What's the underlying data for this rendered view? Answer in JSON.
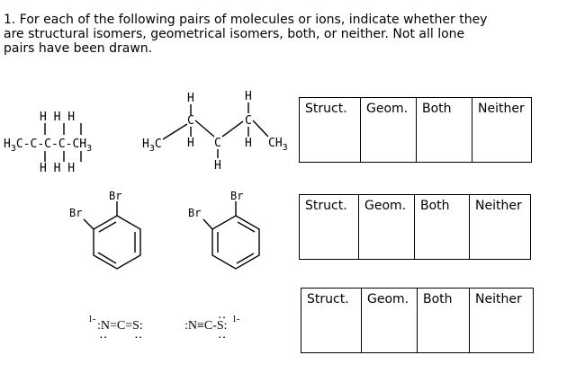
{
  "question": {
    "text": "1. For each of the following pairs of molecules or ions, indicate whether they\nare structural isomers, geometrical isomers, both, or neither.  Not all lone\npairs have been drawn."
  },
  "table_headers": [
    "Struct.",
    "Geom.",
    "Both",
    "Neither"
  ],
  "pair1": {
    "left": {
      "top_h": "H H H",
      "main": "H3C-C-C-C-CH3",
      "main_prefix": "H",
      "main_sub1": "3",
      "main_mid": "C-C-C-C-CH",
      "main_sub2": "3",
      "bottom_h": "H H H"
    },
    "right": {
      "h3c_h": "H",
      "h3c_3": "3",
      "h3c_c": "C",
      "h_top1": "H",
      "c1": "C",
      "h_c1": "H",
      "c2": "C",
      "h_bottom": "H",
      "h_top2": "H",
      "c3": "C",
      "h_c3": "H",
      "ch3_ch": "CH",
      "ch3_3": "3"
    }
  },
  "pair2": {
    "left": {
      "br1": "Br",
      "br2": "Br"
    },
    "right": {
      "br1": "Br",
      "br2": "Br"
    }
  },
  "pair3": {
    "left": {
      "charge": "1-",
      "formula": ":N=C=S:"
    },
    "right": {
      "formula": ":N≡C-S:",
      "charge": "1-"
    }
  }
}
